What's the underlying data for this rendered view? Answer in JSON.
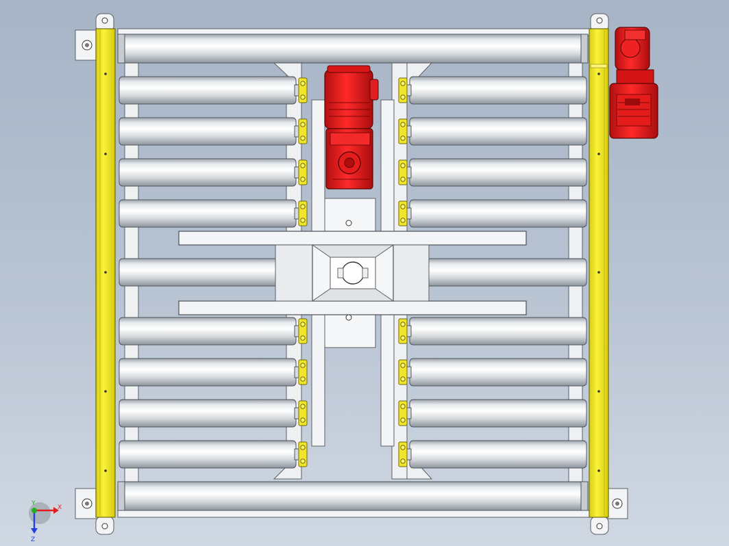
{
  "viewport": {
    "background_top": "#a6b4c6",
    "background_bottom": "#d0d8e3"
  },
  "colors": {
    "frame_yellow": "#f4ea2a",
    "frame_yellow_dark": "#c9bf10",
    "roller_light": "#f2f4f6",
    "roller_dark": "#9aa2aa",
    "steel_light": "#f3f4f5",
    "steel_edge": "#5a5f66",
    "motor_red": "#e81c1c",
    "motor_red_dark": "#9c0b0b"
  },
  "model": {
    "left_roller_count": 9,
    "right_roller_count": 9,
    "full_width_roller_count": 2,
    "motor_count": 2,
    "icons": [
      "gear-motor-icon",
      "transfer-cross-icon",
      "mounting-bracket-icon"
    ]
  },
  "triad": {
    "x_label": "X",
    "y_label": "Y",
    "z_label": "Z",
    "x_color": "#e02020",
    "y_color": "#20b020",
    "z_color": "#2040e0"
  }
}
